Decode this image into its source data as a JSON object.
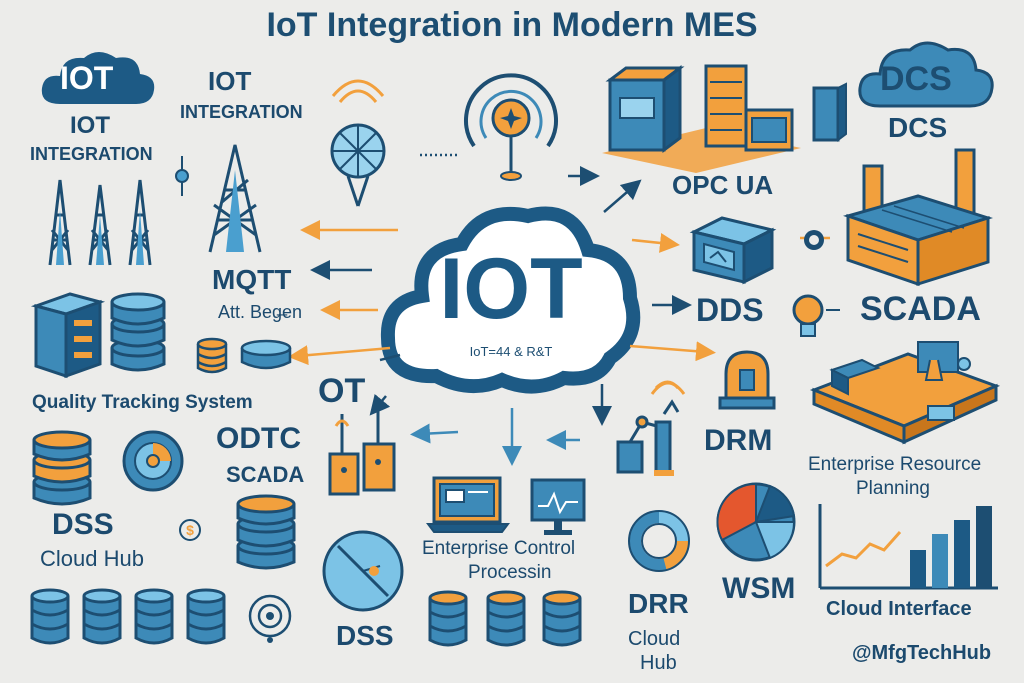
{
  "title": "IoT Integration in Modern MES",
  "iot_badge": {
    "text": "IOT"
  },
  "dcs_badge": {
    "text": "DCS"
  },
  "labels": {
    "iot_integration_1a": "IOT",
    "iot_integration_1b": "INTEGRATION",
    "iot_integration_2a": "IOT",
    "iot_integration_2b": "INTEGRATION",
    "mqtt": "MQTT",
    "att_begin": "Att. Beg̶en",
    "quality": "Quality Tracking System",
    "dss_left": "DSS",
    "cloud_hub_left": "Cloud Hub",
    "ot": "OT",
    "odtc": "ODTC",
    "scada_left": "SCADA",
    "dss_bottom": "DSS",
    "ecp_1": "Enterprise Control",
    "ecp_2": "Processin",
    "drr": "DRR",
    "cloud_hub_b1": "Cloud",
    "cloud_hub_b2": "Hub",
    "wsm": "WSM",
    "drm": "DRM",
    "dds": "DDS",
    "opc_ua": "OPC UA",
    "dcs": "DCS",
    "scada_right": "SCADA",
    "erp_1": "Enterprise Resource",
    "erp_2": "Planning",
    "cloud_interface": "Cloud Interface",
    "handle": "@MfgTechHub"
  },
  "center": {
    "title": "IOT",
    "subtitle": "IoT=44 & R&T"
  },
  "colors": {
    "navy": "#1d4e72",
    "blue": "#3d8ab8",
    "light_blue": "#7cc3e6",
    "orange": "#f2a03d",
    "red": "#e4572e",
    "bg": "#ececea"
  }
}
